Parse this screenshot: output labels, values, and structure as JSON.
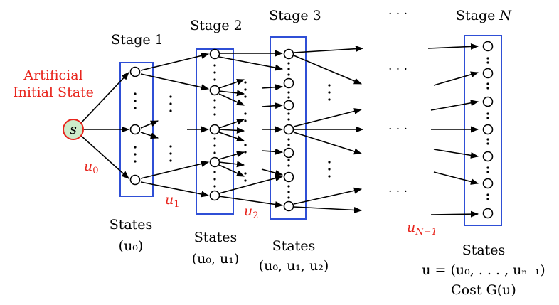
{
  "stage_labels": {
    "s1": "Stage 1",
    "s2": "Stage 2",
    "s3": "Stage 3",
    "sn_prefix": "Stage",
    "sn_var": "N",
    "dots": "· · ·"
  },
  "initial": {
    "line1": "Artificial",
    "line2": "Initial State",
    "node": "s"
  },
  "controls": {
    "u0": {
      "base": "u",
      "sub": "0"
    },
    "u1": {
      "base": "u",
      "sub": "1"
    },
    "u2": {
      "base": "u",
      "sub": "2"
    },
    "un": {
      "base": "u",
      "sub": "N−1"
    }
  },
  "captions": {
    "c1": {
      "line1": "States",
      "line2": "(u₀)"
    },
    "c2": {
      "line1": "States",
      "line2": "(u₀, u₁)"
    },
    "c3": {
      "line1": "States",
      "line2": "(u₀, u₁, u₂)"
    },
    "cn": {
      "line1": "States",
      "line2": "u = (u₀, . . . , uₙ₋₁)",
      "line3": "Cost G(u)"
    }
  },
  "colors": {
    "box": "#2f4fd6",
    "red": "#e8251d",
    "node_fill": "#cdeccb",
    "node_stroke": "#e8251d"
  }
}
